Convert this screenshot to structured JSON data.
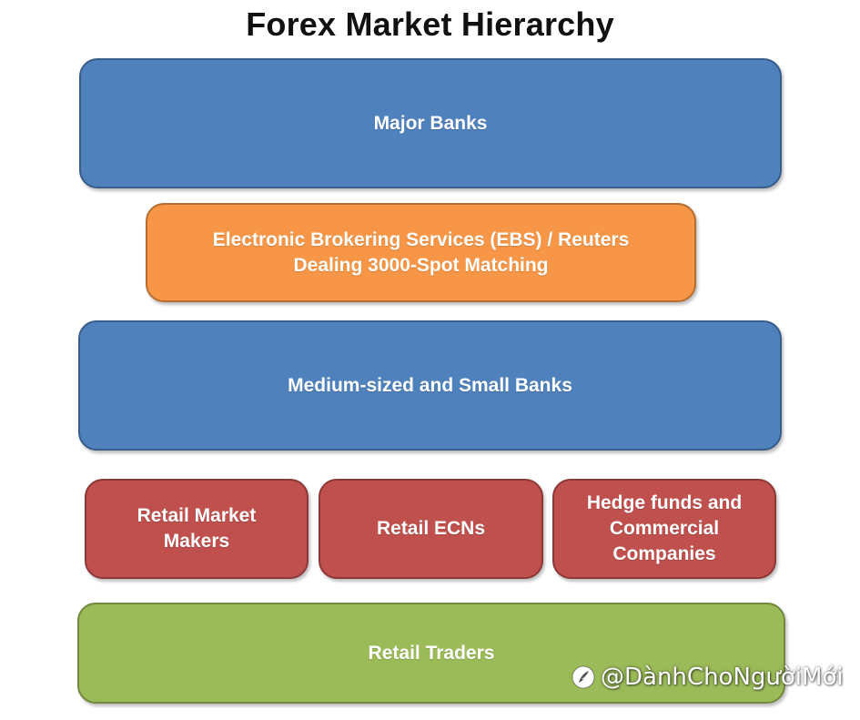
{
  "title": "Forex Market Hierarchy",
  "levels": {
    "major_banks": "Major Banks",
    "ebs": "Electronic Brokering Services (EBS) / Reuters\nDealing 3000-Spot Matching",
    "medium_banks": "Medium-sized and Small Banks",
    "retail_market_makers": "Retail Market\nMakers",
    "retail_ecns": "Retail ECNs",
    "hedge_funds": "Hedge funds and\nCommercial\nCompanies",
    "retail_traders": "Retail Traders"
  },
  "watermark": {
    "icon": "feather-logo-icon",
    "text": "@DànhChoNgườiMới"
  },
  "colors": {
    "blue": "#4f81bd",
    "orange": "#f79646",
    "red": "#c0504d",
    "green": "#9bbb59"
  }
}
